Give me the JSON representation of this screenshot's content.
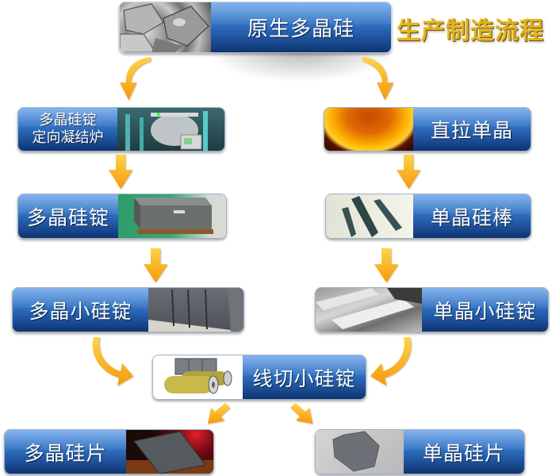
{
  "title": "生产制造流程",
  "nodes": {
    "raw_polysilicon": "原生多晶硅",
    "dss_furnace_line1": "多晶硅锭",
    "dss_furnace_line2": "定向凝结炉",
    "czochralski": "直拉单晶",
    "poly_ingot": "多晶硅锭",
    "mono_rod": "单晶硅棒",
    "poly_small_ingot": "多晶小硅锭",
    "mono_small_ingot": "单晶小硅锭",
    "wire_cut": "线切小硅锭",
    "poly_wafer": "多晶硅片",
    "mono_wafer": "单晶硅片"
  },
  "colors": {
    "node_blue": "#2f6fc0",
    "arrow_orange": "#f7a81b",
    "title_gold": "#e2b322"
  },
  "icons": {
    "arrow": "orange-arrow-icon"
  }
}
